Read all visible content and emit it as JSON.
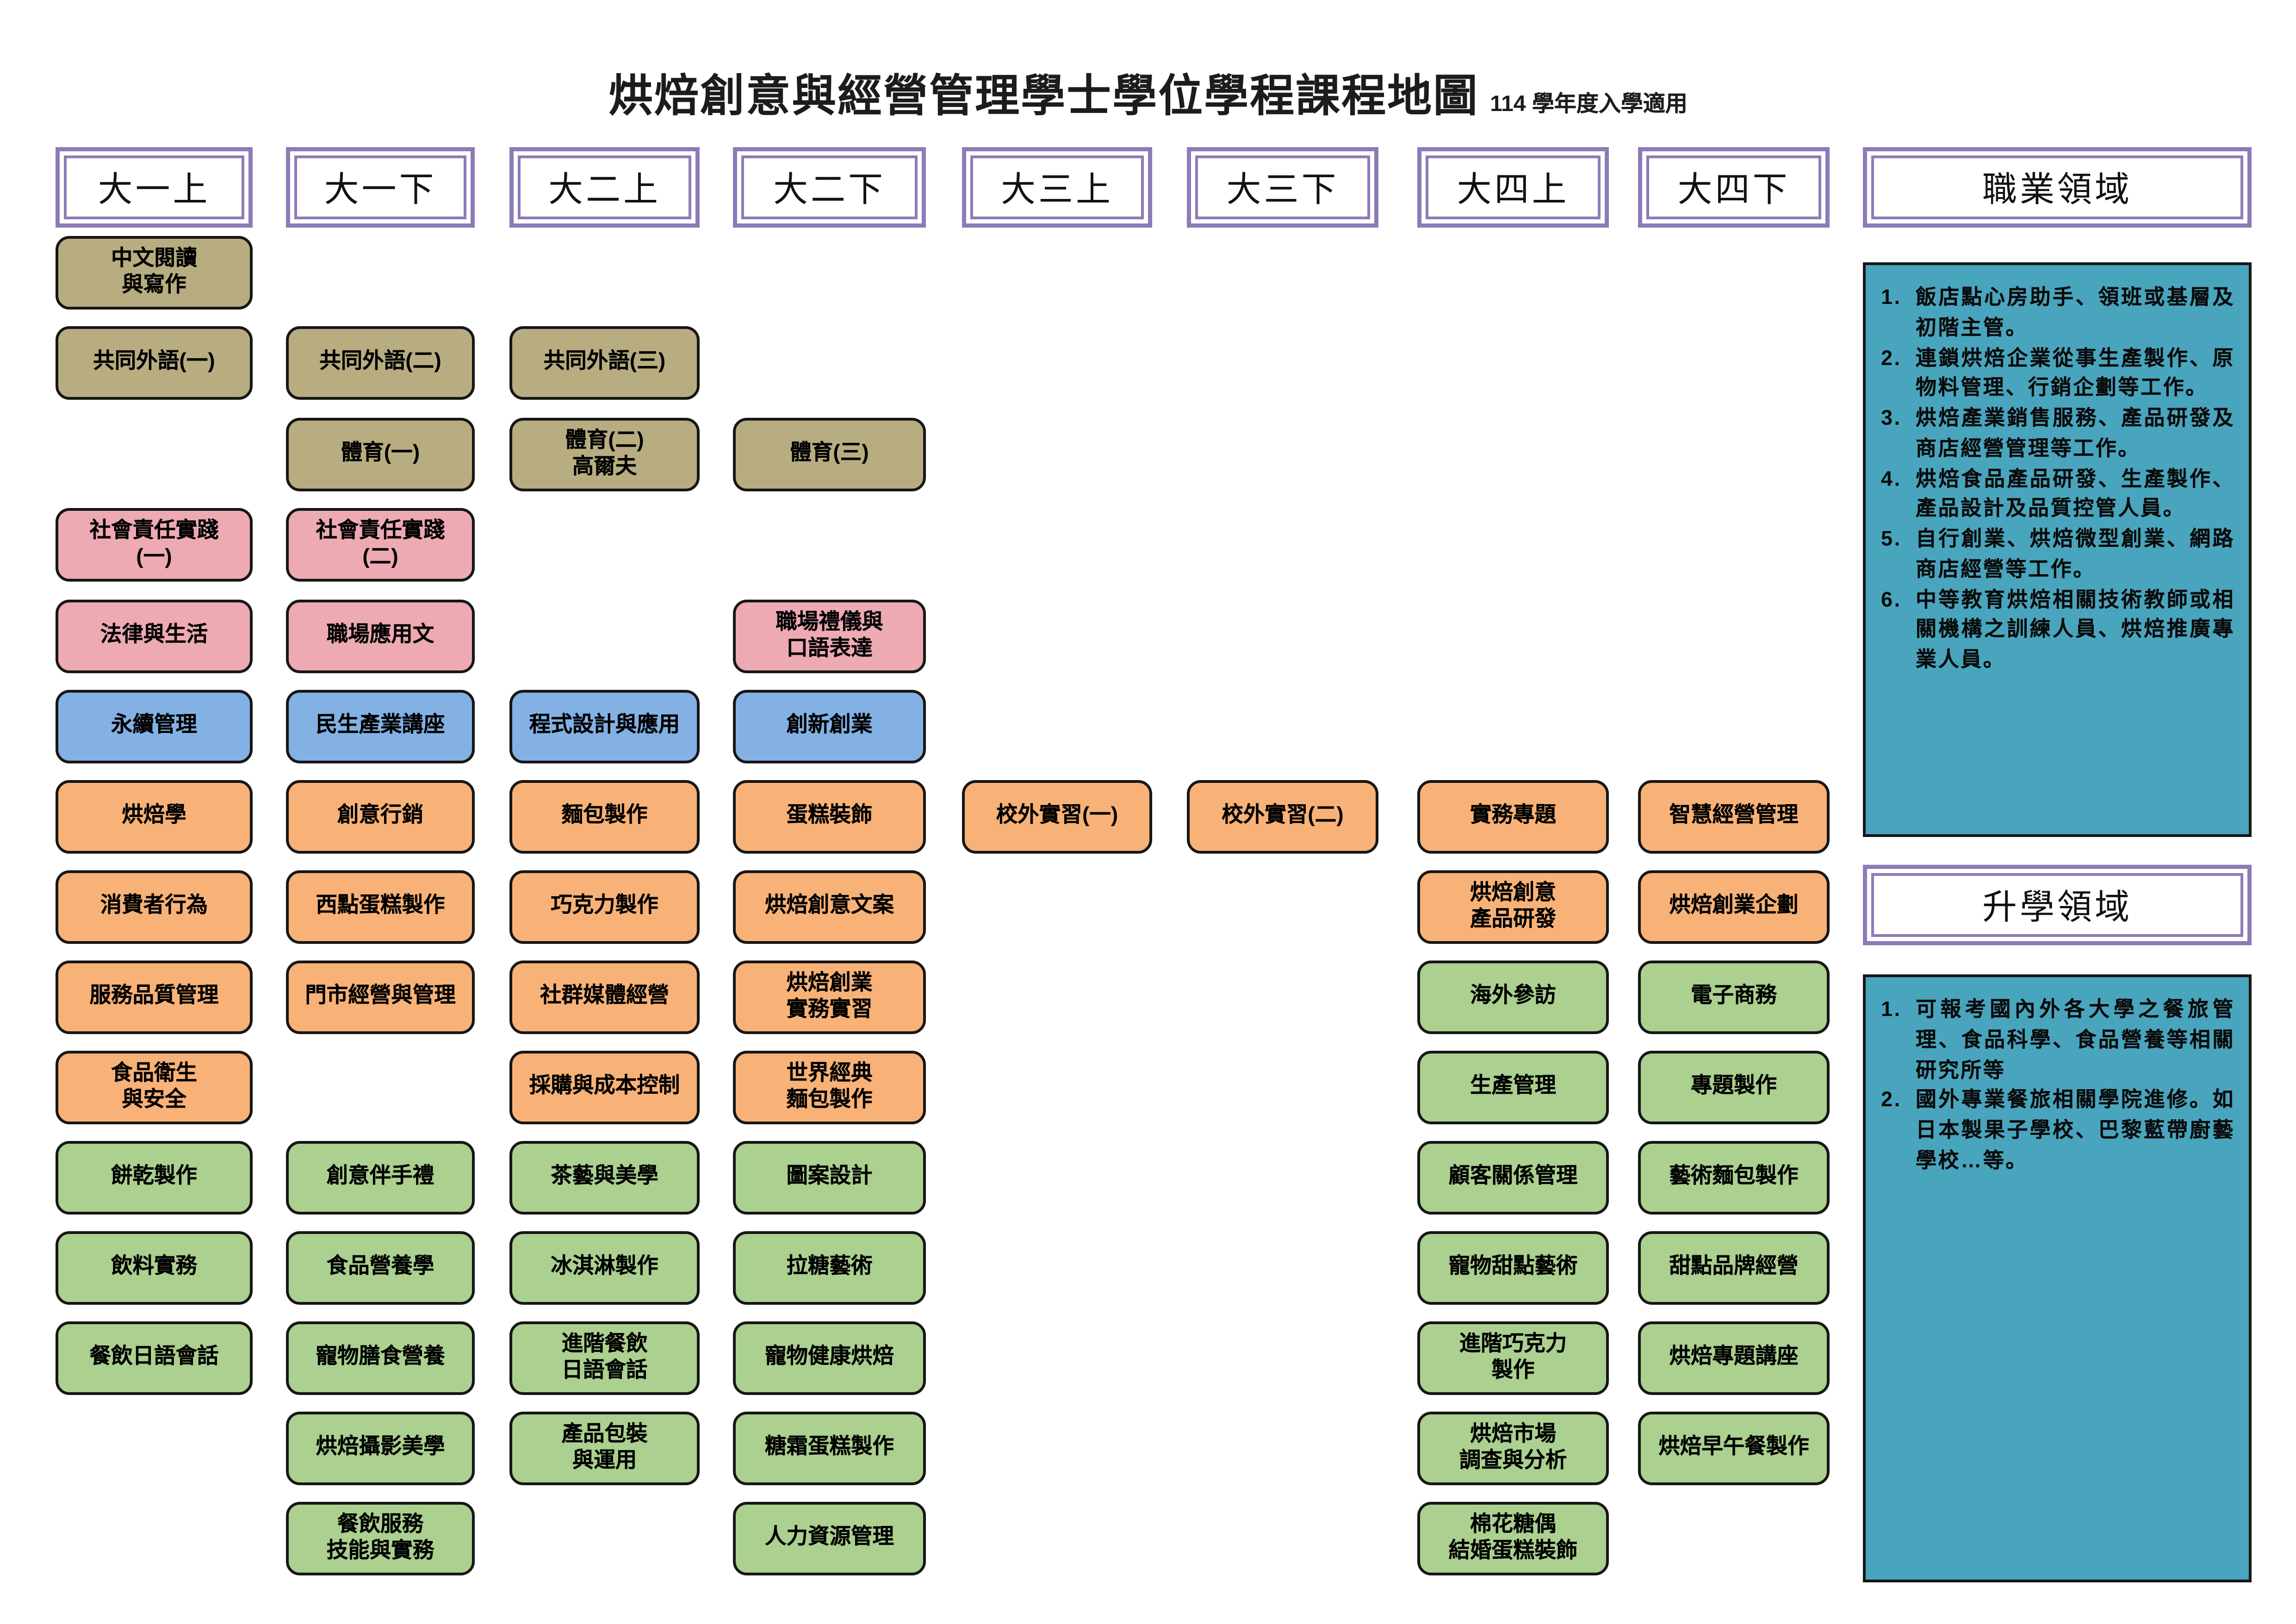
{
  "title": "烘焙創意與經營管理學士學位學程課程地圖",
  "subtitle": "114 學年度入學適用",
  "colors": {
    "olive": "#b7ad80",
    "pink": "#edaab3",
    "blue": "#83b1e3",
    "orange": "#f8b277",
    "green": "#abd08f",
    "teal": "#49a5bd",
    "purple": "#8d7bb8"
  },
  "columns": [
    {
      "id": "y1-sem1",
      "label": "大一上",
      "courses": [
        {
          "label": "中文閱讀\n與寫作",
          "color": "olive",
          "row": 1
        },
        {
          "label": "共同外語(一)",
          "color": "olive",
          "row": 2
        },
        {
          "label": "社會責任實踐\n(一)",
          "color": "pink",
          "row": 4
        },
        {
          "label": "法律與生活",
          "color": "pink",
          "row": 5
        },
        {
          "label": "永續管理",
          "color": "blue",
          "row": 6
        },
        {
          "label": "烘焙學",
          "color": "orange",
          "row": 7
        },
        {
          "label": "消費者行為",
          "color": "orange",
          "row": 8
        },
        {
          "label": "服務品質管理",
          "color": "orange",
          "row": 9
        },
        {
          "label": "食品衛生\n與安全",
          "color": "orange",
          "row": 10
        },
        {
          "label": "餅乾製作",
          "color": "green",
          "row": 11
        },
        {
          "label": "飲料實務",
          "color": "green",
          "row": 12
        },
        {
          "label": "餐飲日語會話",
          "color": "green",
          "row": 13
        }
      ]
    },
    {
      "id": "y1-sem2",
      "label": "大一下",
      "courses": [
        {
          "label": "共同外語(二)",
          "color": "olive",
          "row": 2
        },
        {
          "label": "體育(一)",
          "color": "olive",
          "row": 3
        },
        {
          "label": "社會責任實踐\n(二)",
          "color": "pink",
          "row": 4
        },
        {
          "label": "職場應用文",
          "color": "pink",
          "row": 5
        },
        {
          "label": "民生產業講座",
          "color": "blue",
          "row": 6
        },
        {
          "label": "創意行銷",
          "color": "orange",
          "row": 7
        },
        {
          "label": "西點蛋糕製作",
          "color": "orange",
          "row": 8
        },
        {
          "label": "門市經營與管理",
          "color": "orange",
          "row": 9
        },
        {
          "label": "創意伴手禮",
          "color": "green",
          "row": 11
        },
        {
          "label": "食品營養學",
          "color": "green",
          "row": 12
        },
        {
          "label": "寵物膳食營養",
          "color": "green",
          "row": 13
        },
        {
          "label": "烘焙攝影美學",
          "color": "green",
          "row": 14
        },
        {
          "label": "餐飲服務\n技能與實務",
          "color": "green",
          "row": 15
        }
      ]
    },
    {
      "id": "y2-sem1",
      "label": "大二上",
      "courses": [
        {
          "label": "共同外語(三)",
          "color": "olive",
          "row": 2
        },
        {
          "label": "體育(二)\n高爾夫",
          "color": "olive",
          "row": 3
        },
        {
          "label": "程式設計與應用",
          "color": "blue",
          "row": 6
        },
        {
          "label": "麵包製作",
          "color": "orange",
          "row": 7
        },
        {
          "label": "巧克力製作",
          "color": "orange",
          "row": 8
        },
        {
          "label": "社群媒體經營",
          "color": "orange",
          "row": 9
        },
        {
          "label": "採購與成本控制",
          "color": "orange",
          "row": 10
        },
        {
          "label": "茶藝與美學",
          "color": "green",
          "row": 11
        },
        {
          "label": "冰淇淋製作",
          "color": "green",
          "row": 12
        },
        {
          "label": "進階餐飲\n日語會話",
          "color": "green",
          "row": 13
        },
        {
          "label": "產品包裝\n與運用",
          "color": "green",
          "row": 14
        }
      ]
    },
    {
      "id": "y2-sem2",
      "label": "大二下",
      "courses": [
        {
          "label": "體育(三)",
          "color": "olive",
          "row": 3
        },
        {
          "label": "職場禮儀與\n口語表達",
          "color": "pink",
          "row": 5
        },
        {
          "label": "創新創業",
          "color": "blue",
          "row": 6
        },
        {
          "label": "蛋糕裝飾",
          "color": "orange",
          "row": 7
        },
        {
          "label": "烘焙創意文案",
          "color": "orange",
          "row": 8
        },
        {
          "label": "烘焙創業\n實務實習",
          "color": "orange",
          "row": 9
        },
        {
          "label": "世界經典\n麵包製作",
          "color": "orange",
          "row": 10
        },
        {
          "label": "圖案設計",
          "color": "green",
          "row": 11
        },
        {
          "label": "拉糖藝術",
          "color": "green",
          "row": 12
        },
        {
          "label": "寵物健康烘焙",
          "color": "green",
          "row": 13
        },
        {
          "label": "糖霜蛋糕製作",
          "color": "green",
          "row": 14
        },
        {
          "label": "人力資源管理",
          "color": "green",
          "row": 15
        }
      ]
    },
    {
      "id": "y3-sem1",
      "label": "大三上",
      "courses": [
        {
          "label": "校外實習(一)",
          "color": "orange",
          "row": 7
        }
      ]
    },
    {
      "id": "y3-sem2",
      "label": "大三下",
      "courses": [
        {
          "label": "校外實習(二)",
          "color": "orange",
          "row": 7
        }
      ]
    },
    {
      "id": "y4-sem1",
      "label": "大四上",
      "courses": [
        {
          "label": "實務專題",
          "color": "orange",
          "row": 7
        },
        {
          "label": "烘焙創意\n產品研發",
          "color": "orange",
          "row": 8
        },
        {
          "label": "海外參訪",
          "color": "green",
          "row": 9
        },
        {
          "label": "生產管理",
          "color": "green",
          "row": 10
        },
        {
          "label": "顧客關係管理",
          "color": "green",
          "row": 11
        },
        {
          "label": "寵物甜點藝術",
          "color": "green",
          "row": 12
        },
        {
          "label": "進階巧克力\n製作",
          "color": "green",
          "row": 13
        },
        {
          "label": "烘焙市場\n調查與分析",
          "color": "green",
          "row": 14
        },
        {
          "label": "棉花糖偶\n結婚蛋糕裝飾",
          "color": "green",
          "row": 15
        }
      ]
    },
    {
      "id": "y4-sem2",
      "label": "大四下",
      "courses": [
        {
          "label": "智慧經營管理",
          "color": "orange",
          "row": 7
        },
        {
          "label": "烘焙創業企劃",
          "color": "orange",
          "row": 8
        },
        {
          "label": "電子商務",
          "color": "green",
          "row": 9
        },
        {
          "label": "專題製作",
          "color": "green",
          "row": 10
        },
        {
          "label": "藝術麵包製作",
          "color": "green",
          "row": 11
        },
        {
          "label": "甜點品牌經營",
          "color": "green",
          "row": 12
        },
        {
          "label": "烘焙專題講座",
          "color": "green",
          "row": 13
        },
        {
          "label": "烘焙早午餐製作",
          "color": "green",
          "row": 14
        }
      ]
    }
  ],
  "career_panel": {
    "header": "職業領域",
    "items": [
      "飯店點心房助手、領班或基層及初階主管。",
      "連鎖烘焙企業從事生產製作、原物料管理、行銷企劃等工作。",
      "烘焙產業銷售服務、產品研發及商店經營管理等工作。",
      "烘焙食品產品研發、生產製作、產品設計及品質控管人員。",
      "自行創業、烘焙微型創業、網路商店經營等工作。",
      "中等教育烘焙相關技術教師或相關機構之訓練人員、烘焙推廣專業人員。"
    ]
  },
  "further_panel": {
    "header": "升學領域",
    "items": [
      "可報考國內外各大學之餐旅管理、食品科學、食品營養等相關研究所等",
      "國外專業餐旅相關學院進修。如日本製果子學校、巴黎藍帶廚藝學校…等。"
    ]
  }
}
